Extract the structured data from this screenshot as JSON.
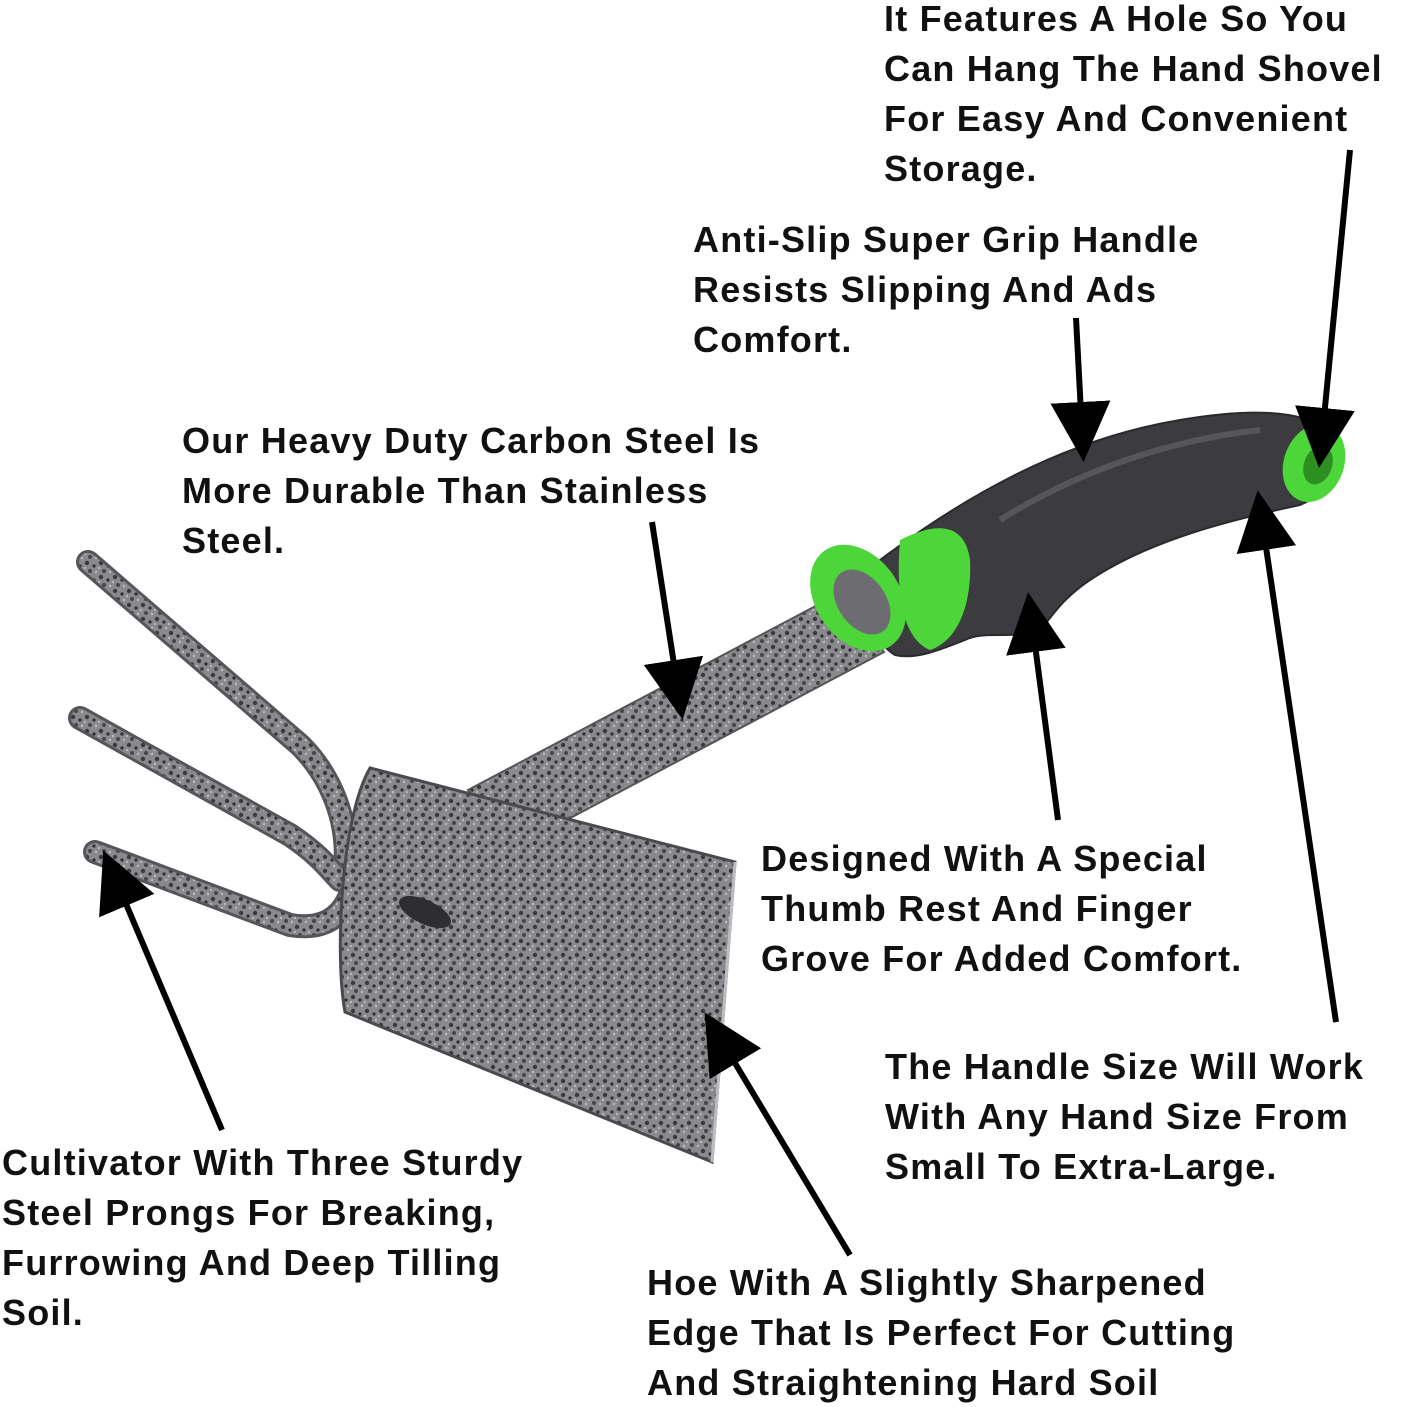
{
  "colors": {
    "background": "#ffffff",
    "text": "#111111",
    "arrow": "#000000",
    "steel": "#7f7f83",
    "steel_speckle": "#3a3a3e",
    "grip": "#3c3c40",
    "grip_accent": "#4cd639"
  },
  "callouts": {
    "hanging_hole": {
      "lines": [
        "It Features A Hole So You",
        "Can Hang The Hand Shovel",
        "For Easy And Convenient",
        "Storage."
      ]
    },
    "grip_handle": {
      "lines": [
        "Anti-Slip Super Grip Handle",
        "Resists Slipping And Ads",
        "Comfort."
      ]
    },
    "carbon_steel": {
      "lines": [
        "Our Heavy Duty Carbon Steel Is",
        "More Durable Than Stainless",
        "Steel."
      ]
    },
    "thumb_rest": {
      "lines": [
        "Designed With A Special",
        "Thumb Rest And Finger",
        "Grove For Added Comfort."
      ]
    },
    "handle_size": {
      "lines": [
        "The Handle Size Will Work",
        "With Any Hand Size From",
        "Small To Extra-Large."
      ]
    },
    "cultivator": {
      "lines": [
        "Cultivator With Three Sturdy",
        "Steel Prongs For Breaking,",
        "Furrowing And Deep Tilling",
        "Soil."
      ]
    },
    "hoe": {
      "lines": [
        "Hoe With A Slightly Sharpened",
        "Edge That Is Perfect For Cutting",
        "And Straightening Hard Soil"
      ]
    }
  }
}
